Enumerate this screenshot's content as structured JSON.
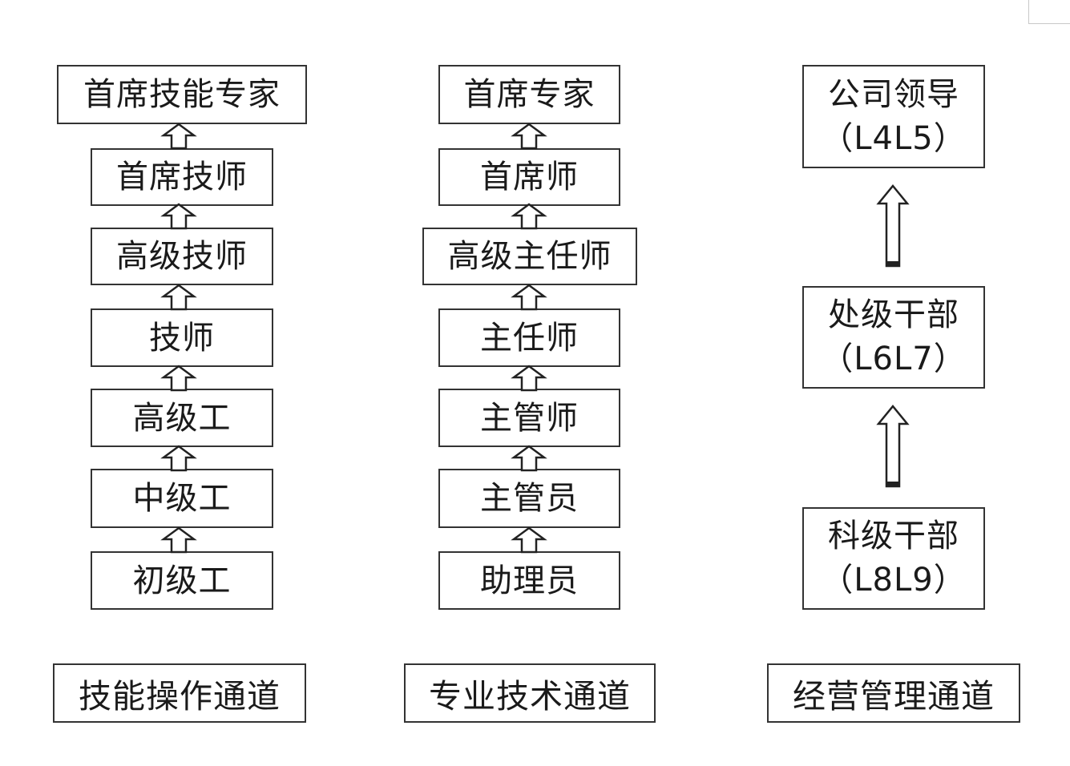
{
  "skill_channel": {
    "label": "技能操作通道",
    "levels": [
      "首席技能专家",
      "首席技师",
      "高级技师",
      "技师",
      "高级工",
      "中级工",
      "初级工"
    ]
  },
  "professional_channel": {
    "label": "专业技术通道",
    "levels": [
      "首席专家",
      "首席师",
      "高级主任师",
      "主任师",
      "主管师",
      "主管员",
      "助理员"
    ]
  },
  "management_channel": {
    "label": "经营管理通道",
    "levels": [
      {
        "title": "公司领导",
        "grade": "（L4L5）"
      },
      {
        "title": "处级干部",
        "grade": "（L6L7）"
      },
      {
        "title": "科级干部",
        "grade": "（L8L9）"
      }
    ]
  }
}
